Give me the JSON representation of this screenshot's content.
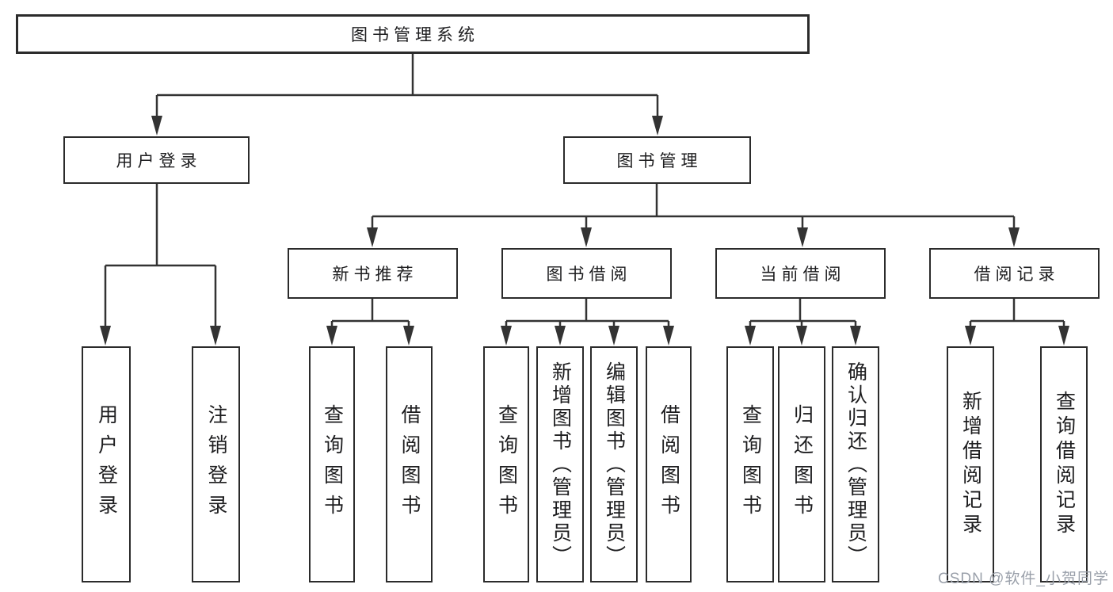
{
  "diagram": {
    "tree": {
      "root": {
        "label": "图书管理系统"
      },
      "level2": [
        {
          "label": "用户登录",
          "leaves": [
            "用户登录",
            "注销登录"
          ]
        },
        {
          "label": "图书管理",
          "children": [
            {
              "label": "新书推荐",
              "leaves": [
                "查询图书",
                "借阅图书"
              ]
            },
            {
              "label": "图书借阅",
              "leaves": [
                "查询图书",
                "新增图书（管理员）",
                "编辑图书（管理员）",
                "借阅图书"
              ]
            },
            {
              "label": "当前借阅",
              "leaves": [
                "查询图书",
                "归还图书",
                "确认归还（管理员）"
              ]
            },
            {
              "label": "借阅记录",
              "leaves": [
                "新增借阅记录",
                "查询借阅记录"
              ]
            }
          ]
        }
      ]
    },
    "watermark": "CSDN @软件_小贺同学",
    "colors": {
      "line": "#333333",
      "box_border": "#2b2b2b",
      "box_fill": "#ffffff",
      "text": "#1d1d1f",
      "watermark": "#9aa0aa"
    }
  }
}
